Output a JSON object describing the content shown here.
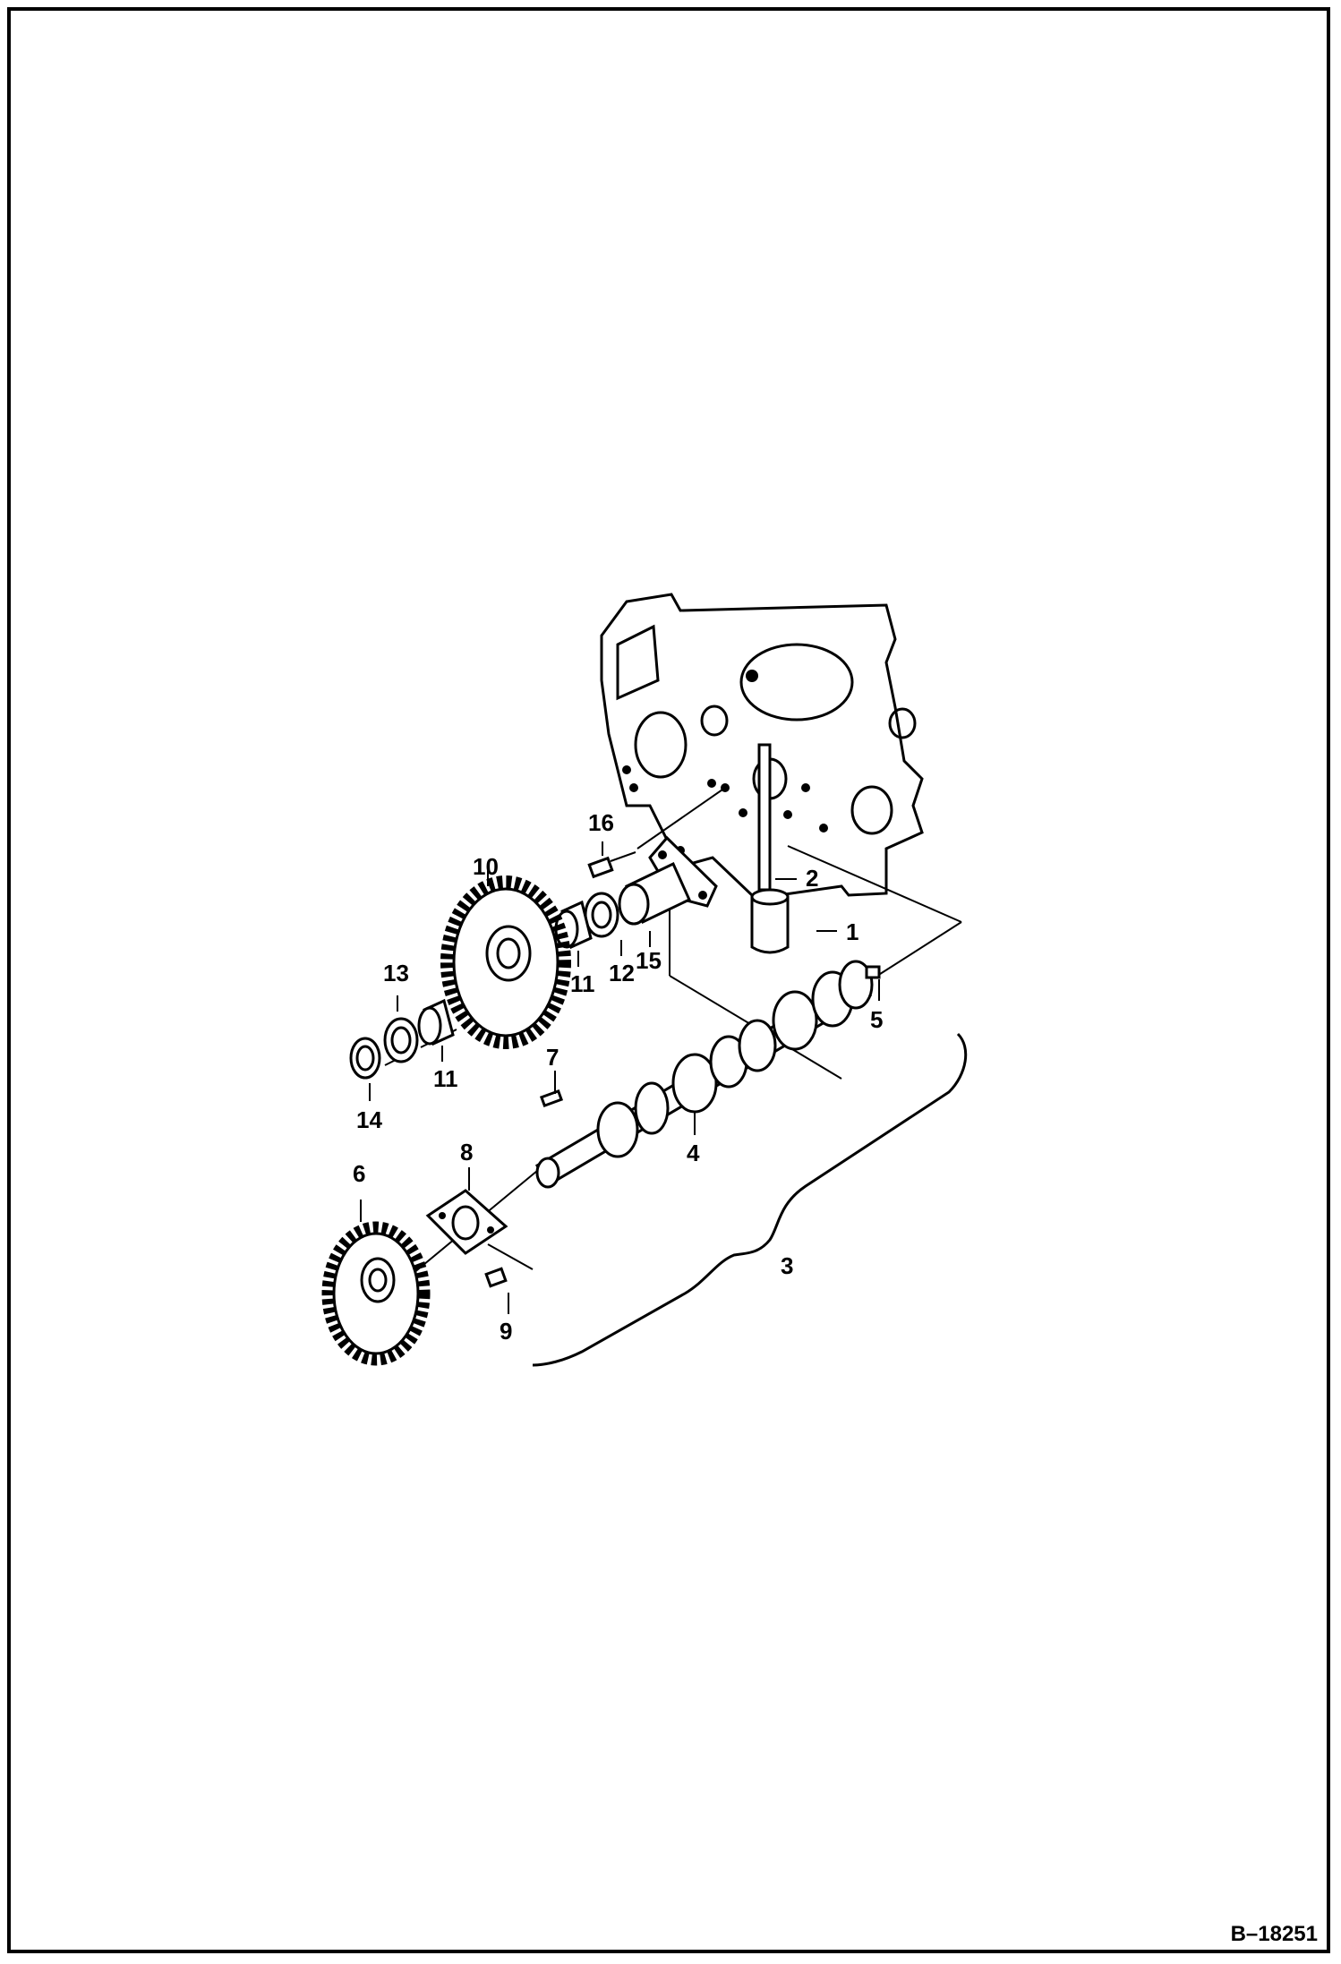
{
  "diagram": {
    "callouts": [
      "1",
      "2",
      "3",
      "4",
      "5",
      "6",
      "7",
      "8",
      "9",
      "10",
      "11",
      "11",
      "12",
      "13",
      "14",
      "15",
      "16"
    ],
    "drawing_code": "B–18251"
  }
}
